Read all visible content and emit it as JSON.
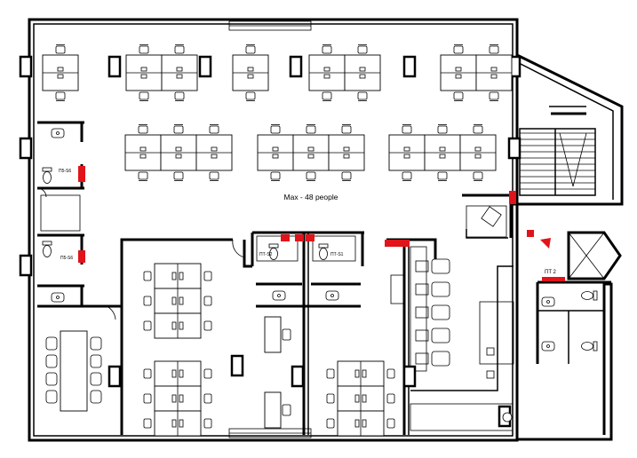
{
  "capacity_label": "Max - 48 people",
  "room_labels": {
    "wc_left_upper": "Π5-S6",
    "wc_left_lower": "Π5-S6",
    "wc_mid_left": "ΠΤ-S2",
    "wc_mid_right": "ΠΤ-S1",
    "elevator_tag": "ΠΤ 2"
  },
  "colors": {
    "walls": "#000000",
    "fire_marks": "#e0141a",
    "background": "#ffffff"
  }
}
